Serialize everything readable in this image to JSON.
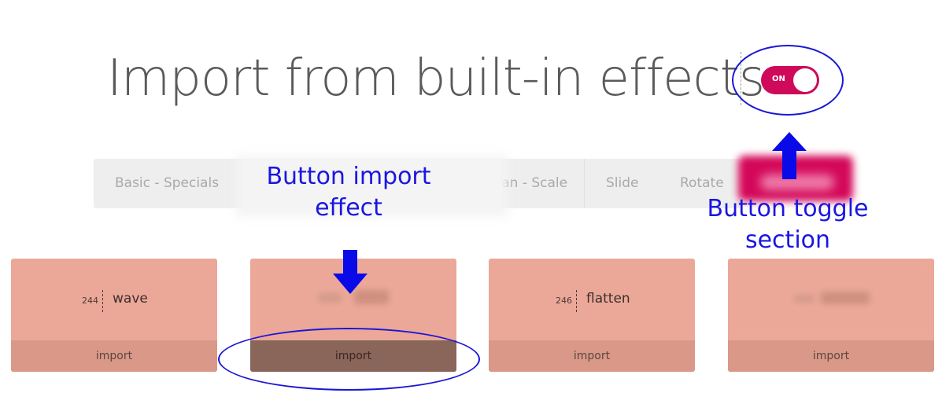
{
  "title": "Import from built-in effects",
  "toggle": {
    "label": "ON",
    "state": "on",
    "color": "#cf0a5a"
  },
  "tabs": [
    {
      "label": "Basic - Specials"
    },
    {
      "label": "Fan - Scale"
    },
    {
      "label": "Slide"
    },
    {
      "label": "Rotate"
    }
  ],
  "cards": [
    {
      "number": "244",
      "name": "wave",
      "import_label": "import"
    },
    {
      "import_label": "import"
    },
    {
      "number": "246",
      "name": "flatten",
      "import_label": "import"
    },
    {
      "import_label": "import"
    }
  ],
  "annotations": {
    "import_effect_line1": "Button import",
    "import_effect_line2": "effect",
    "toggle_section_line1": "Button toggle",
    "toggle_section_line2": "section",
    "annotation_color": "#1a16e0"
  },
  "colors": {
    "card_bg": "#eba898",
    "card_import_bg": "#d99888",
    "card_import_hover_bg": "#8a655a",
    "accent": "#d4085a"
  }
}
